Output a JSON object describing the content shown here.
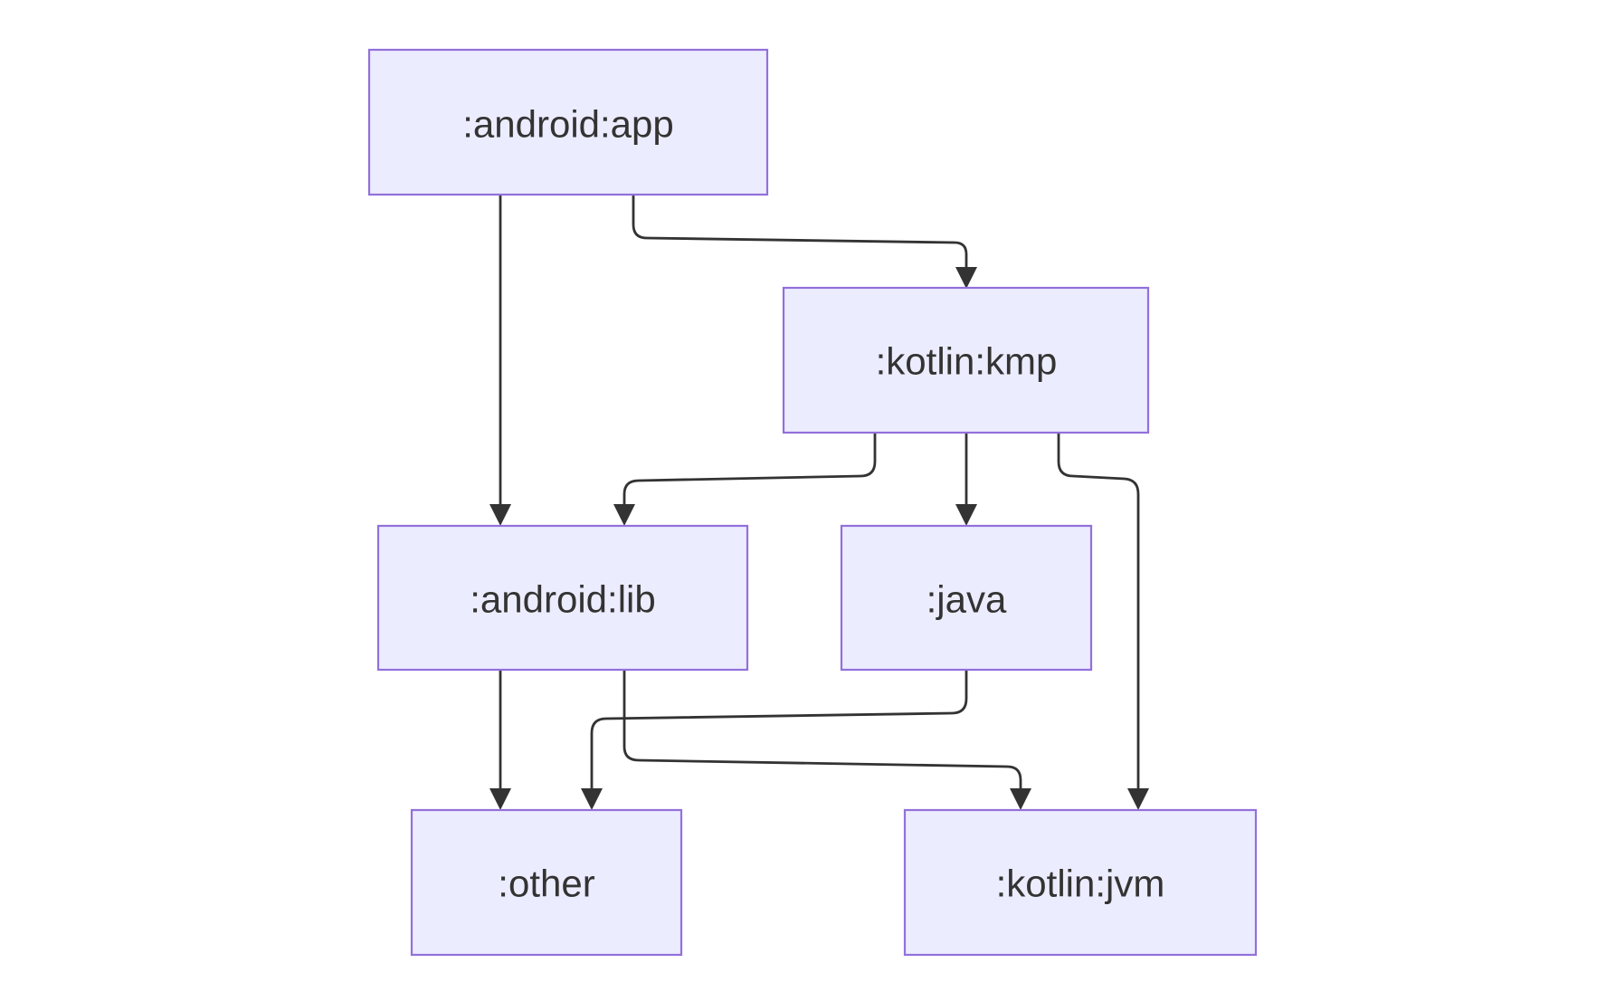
{
  "nodes": [
    {
      "id": "android-app",
      "label": ":android:app"
    },
    {
      "id": "kotlin-kmp",
      "label": ":kotlin:kmp"
    },
    {
      "id": "android-lib",
      "label": ":android:lib"
    },
    {
      "id": "java",
      "label": ":java"
    },
    {
      "id": "other",
      "label": ":other"
    },
    {
      "id": "kotlin-jvm",
      "label": ":kotlin:jvm"
    }
  ],
  "edges": [
    {
      "from": ":android:app",
      "to": ":android:lib"
    },
    {
      "from": ":android:app",
      "to": ":kotlin:kmp"
    },
    {
      "from": ":kotlin:kmp",
      "to": ":android:lib"
    },
    {
      "from": ":kotlin:kmp",
      "to": ":java"
    },
    {
      "from": ":kotlin:kmp",
      "to": ":kotlin:jvm"
    },
    {
      "from": ":android:lib",
      "to": ":other"
    },
    {
      "from": ":android:lib",
      "to": ":kotlin:jvm"
    },
    {
      "from": ":java",
      "to": ":other"
    }
  ],
  "colors": {
    "node_fill": "#ececff",
    "node_border": "#9370db",
    "edge": "#333333",
    "text": "#333333"
  }
}
